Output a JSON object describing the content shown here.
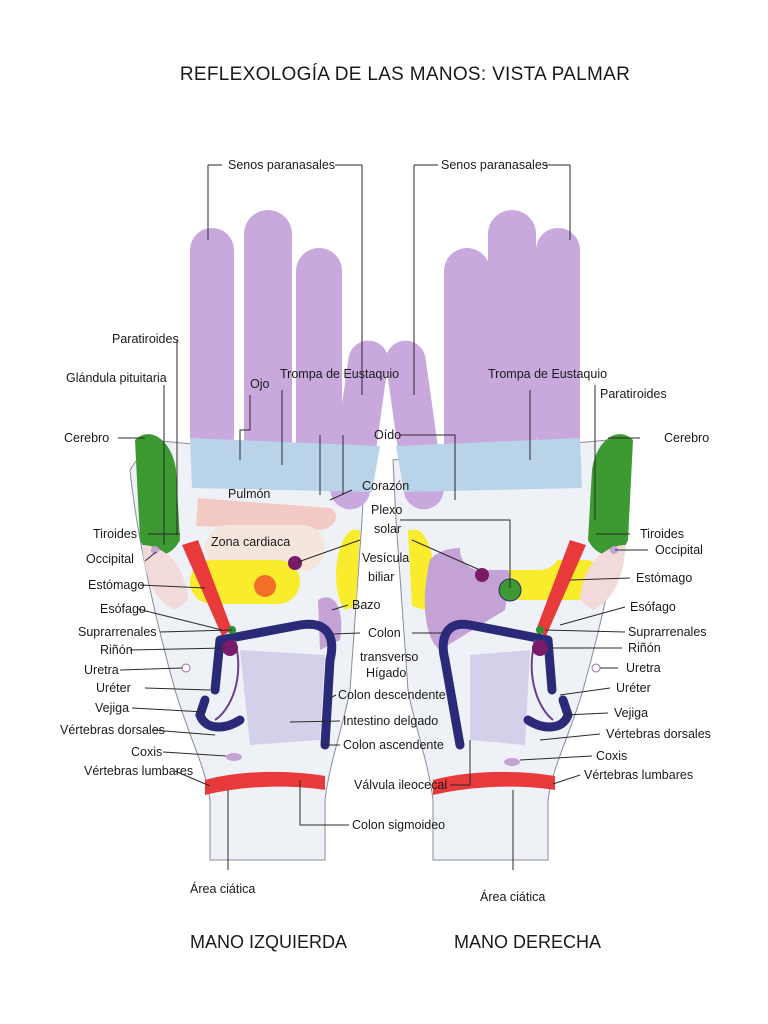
{
  "title": "REFLEXOLOGÍA DE LAS MANOS: VISTA PALMAR",
  "captions": {
    "left": "MANO IZQUIERDA",
    "right": "MANO DERECHA"
  },
  "labels": {
    "senos_paranasales": "Senos paranasales",
    "paratiroides": "Paratiroides",
    "glandula_pituitaria": "Glándula pituitaria",
    "cerebro": "Cerebro",
    "ojo": "Ojo",
    "trompa_eustaquio": "Trompa de Eustaquio",
    "oido": "Oído",
    "pulmon": "Pulmón",
    "zona_cardiaca": "Zona cardiaca",
    "corazon": "Corazón",
    "plexo": "Plexo",
    "solar": "solar",
    "vesicula": "Vesícula",
    "biliar": "biliar",
    "tiroides": "Tiroides",
    "occipital": "Occipital",
    "estomago": "Estómago",
    "esofago": "Esófago",
    "bazo": "Bazo",
    "suprarrenales": "Suprarrenales",
    "colon": "Colon",
    "rinon": "Riñón",
    "transverso": "transverso",
    "higado": "Hígado",
    "uretra": "Uretra",
    "ureter": "Uréter",
    "colon_descendente": "Colon descendente",
    "vejiga": "Vejiga",
    "intestino_delgado": "Intestino delgado",
    "vertebras_dorsales": "Vértebras dorsales",
    "colon_ascendente": "Colon ascendente",
    "coxis": "Coxis",
    "vertebras_lumbares": "Vértebras lumbares",
    "valvula_ileocecal": "Válvula ileocecal",
    "colon_sigmoideo": "Colon sigmoideo",
    "area_ciatica": "Área ciática"
  },
  "colors": {
    "fingers": "#c9a8de",
    "sinus_band": "#b9d3e8",
    "palm": "#eef1f6",
    "lung": "#f3c9c4",
    "heart_zone": "#f4e6dc",
    "stomach": "#f8ec2c",
    "orange": "#f26f25",
    "thumb_green": "#3d9a33",
    "colon": "#2b2a79",
    "red_band": "#e83a3a",
    "purple_dot": "#7a1b6a",
    "bazo": "#c5a2d6"
  }
}
